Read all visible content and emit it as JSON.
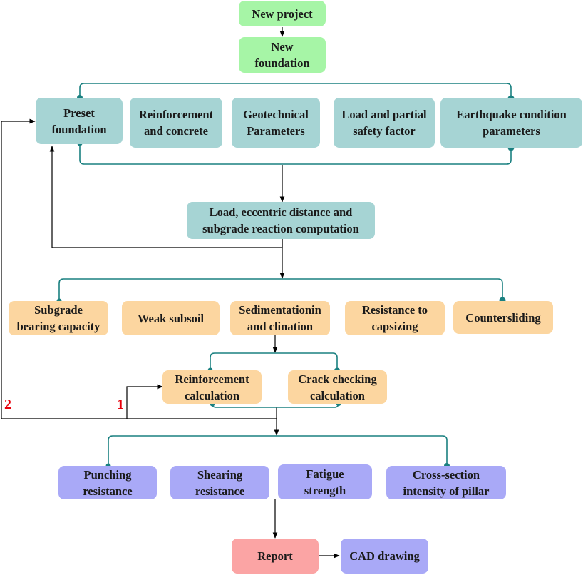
{
  "colors": {
    "start": "#a6f5a6",
    "parameters": "#a6d4d4",
    "checks": "#fcd6a0",
    "strength": "#a9a9f7",
    "report": "#fba4a4",
    "connector": "#1a8080",
    "arrow": "#000000",
    "loop_label": "#e8000b"
  },
  "nodes": {
    "new_project": "New project",
    "new_foundation": "New\nfoundation",
    "preset_foundation": "Preset\nfoundation",
    "reinforcement_concrete": "Reinforcement\nand concrete",
    "geotechnical_parameters": "Geotechnical\nParameters",
    "load_safety_factor": "Load and partial\nsafety factor",
    "earthquake_parameters": "Earthquake condition\nparameters",
    "load_computation": "Load, eccentric distance and\nsubgrade reaction computation",
    "subgrade_bearing": "Subgrade\nbearing capacity",
    "weak_subsoil": "Weak subsoil",
    "sedimentation": "Sedimentationin\nand clination",
    "resistance_capsizing": "Resistance to\ncapsizing",
    "countersliding": "Countersliding",
    "reinforcement_calculation": "Reinforcement\ncalculation",
    "crack_checking": "Crack checking\ncalculation",
    "punching_resistance": "Punching\nresistance",
    "shearing_resistance": "Shearing\nresistance",
    "fatigue_strength": "Fatigue\nstrength",
    "cross_section": "Cross-section\nintensity of pillar",
    "report": "Report",
    "cad_drawing": "CAD drawing"
  },
  "loop_labels": {
    "loop_1": "1",
    "loop_2": "2"
  }
}
